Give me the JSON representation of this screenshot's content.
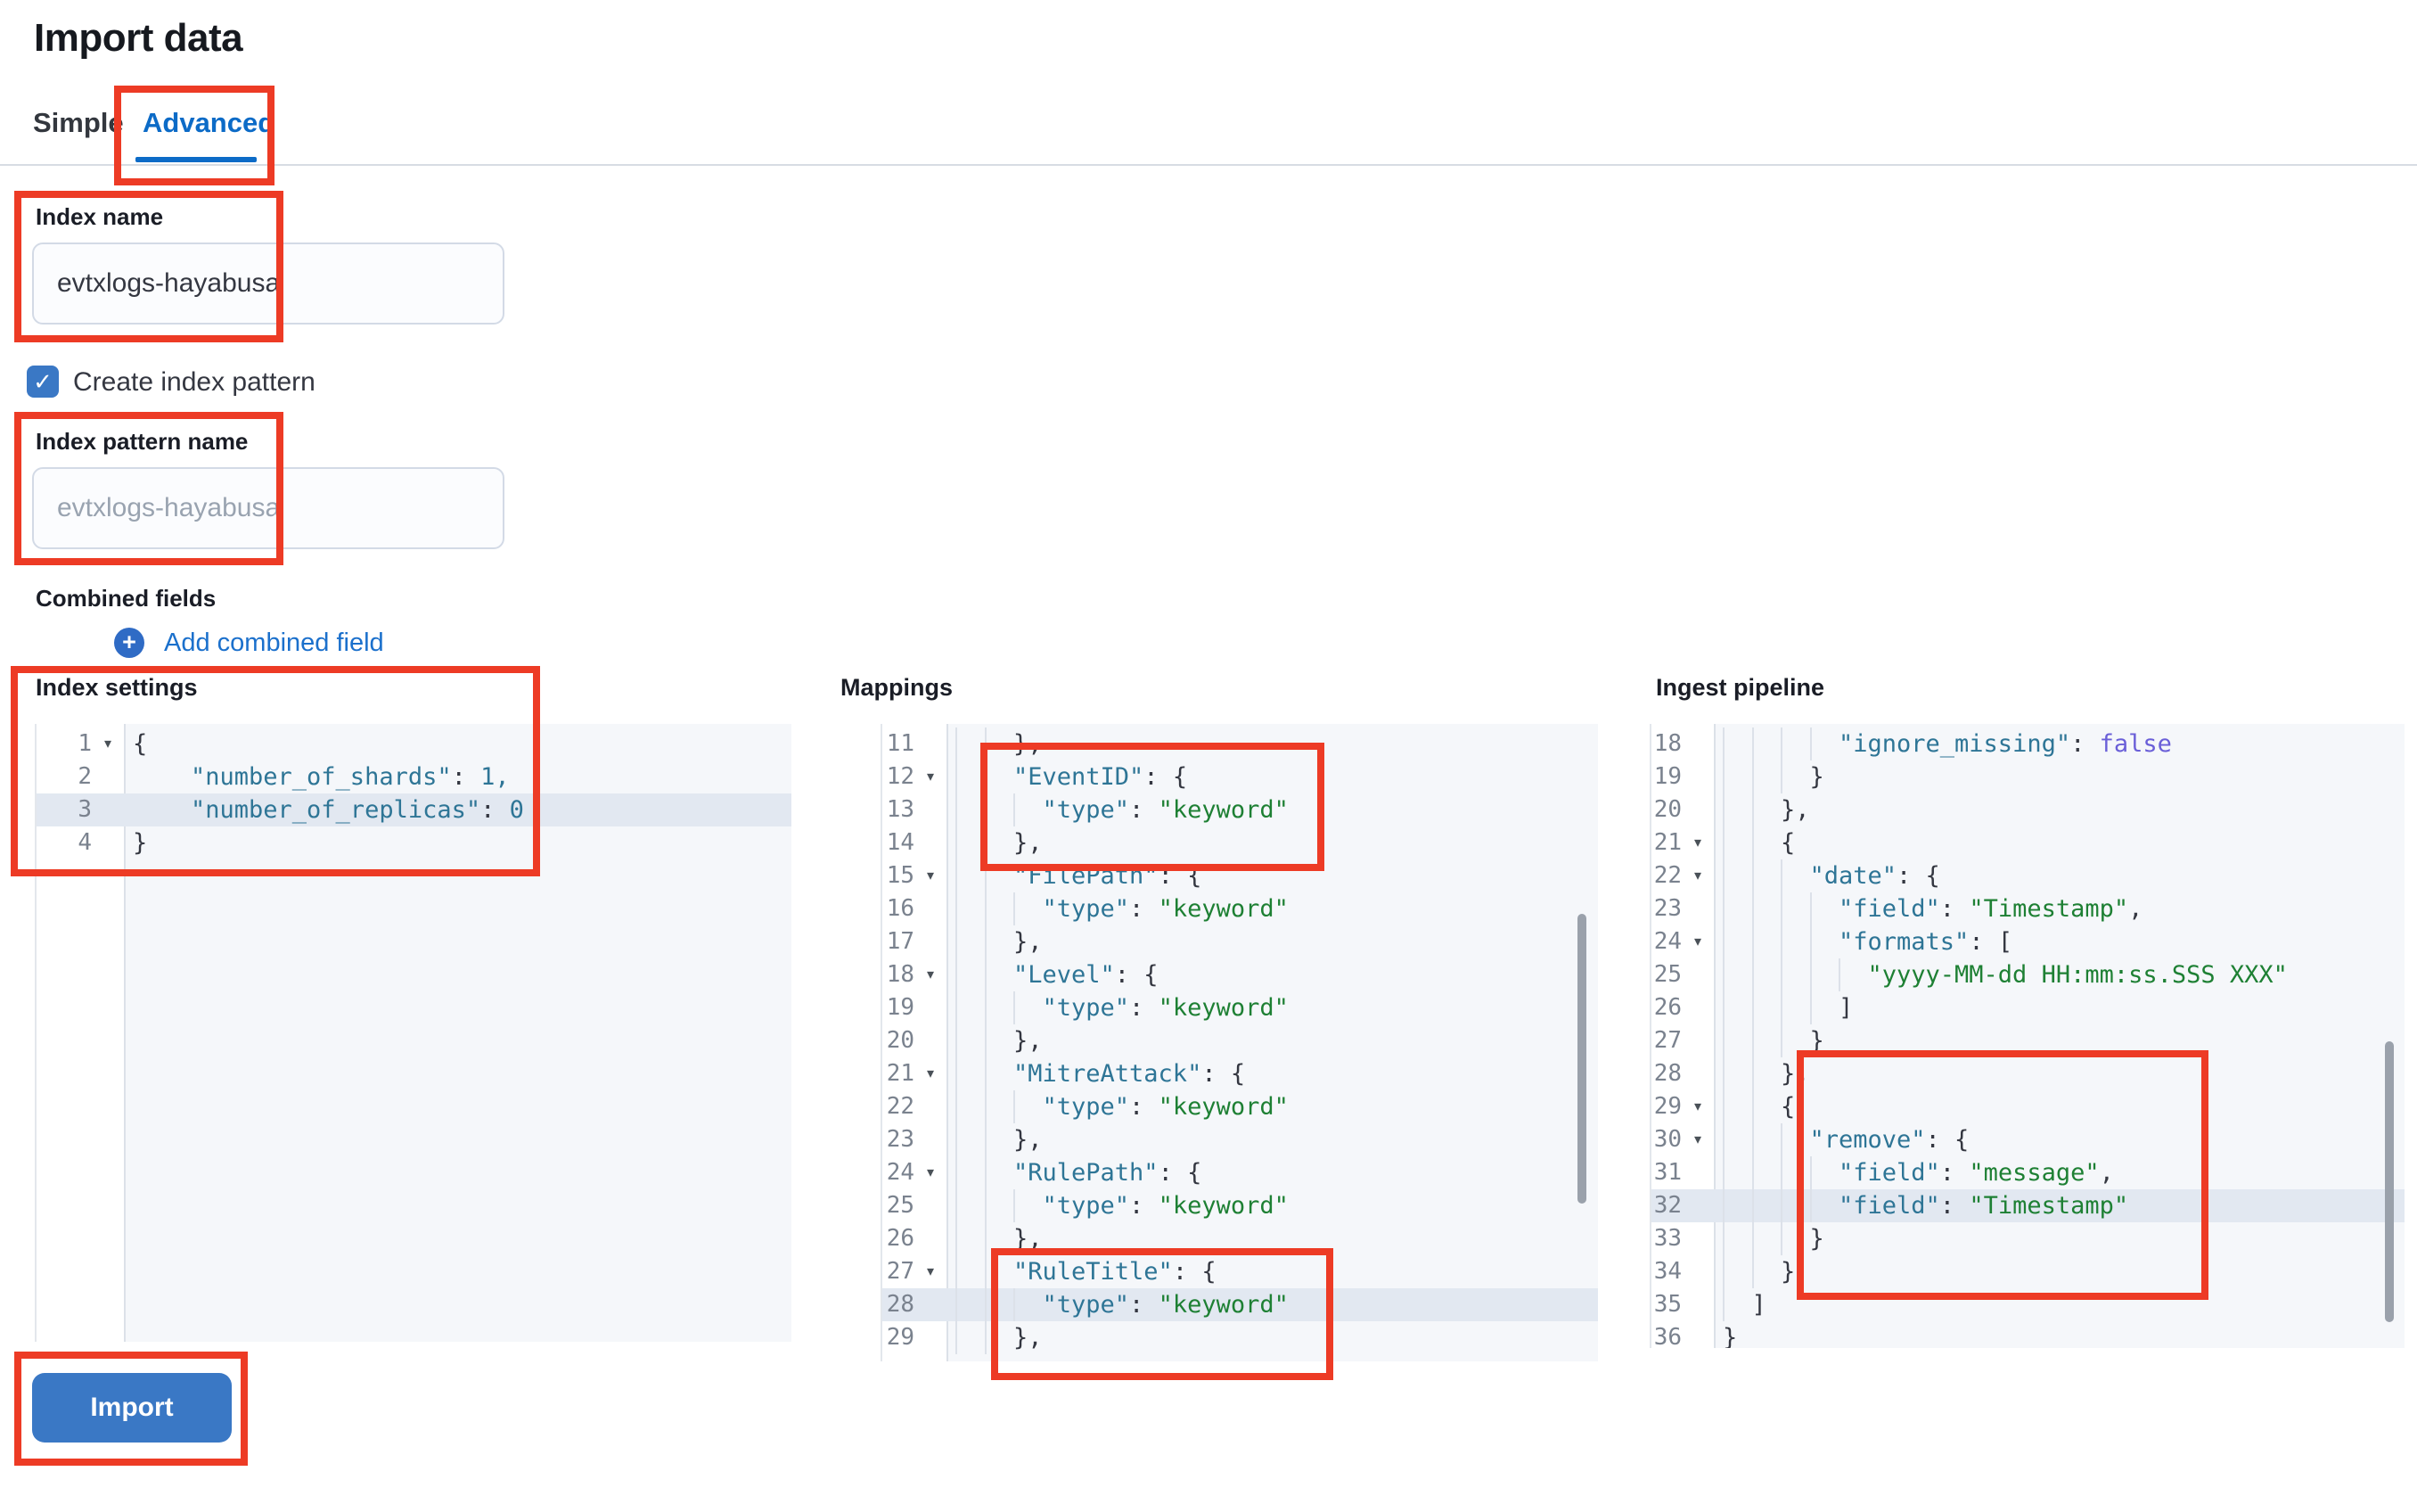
{
  "page": {
    "title": "Import data"
  },
  "tabs": {
    "simple": "Simple",
    "advanced": "Advanced"
  },
  "form": {
    "index_name_label": "Index name",
    "index_name_value": "evtxlogs-hayabusa",
    "create_index_pattern_label": "Create index pattern",
    "create_index_pattern_checked": true,
    "index_pattern_label": "Index pattern name",
    "index_pattern_placeholder": "evtxlogs-hayabusa",
    "combined_fields_label": "Combined fields",
    "add_combined_field_label": "Add combined field"
  },
  "actions": {
    "import_label": "Import"
  },
  "icons": {
    "check": "✓",
    "plus": "+",
    "fold_caret": "▾"
  },
  "colors": {
    "annotation_red": "#ed3b25",
    "primary_button_blue": "#3a78c5",
    "link_blue": "#1b70cc",
    "tab_active_blue": "#0c6bc7",
    "code_key": "#2e7596",
    "code_string": "#1e8034",
    "code_boolean": "#6a5fd8",
    "code_punctuation": "#343741",
    "editor_background": "#f5f7fa",
    "active_line_highlight": "#e2e8f1"
  },
  "editors": [
    {
      "id": "index-settings-editor",
      "label": "Index settings",
      "lines": [
        {
          "n": 1,
          "fold": true,
          "pad": 0,
          "ind": 0,
          "tok": [
            [
              "p",
              "{"
            ]
          ]
        },
        {
          "n": 2,
          "fold": false,
          "pad": 2,
          "ind": 0,
          "tok": [
            [
              "k",
              "\"number_of_shards\""
            ],
            [
              "p",
              ": "
            ],
            [
              "n",
              "1,"
            ]
          ]
        },
        {
          "n": 3,
          "fold": false,
          "pad": 2,
          "ind": 0,
          "hl": true,
          "tok": [
            [
              "k",
              "\"number_of_replicas\""
            ],
            [
              "p",
              ": "
            ],
            [
              "n",
              "0"
            ]
          ]
        },
        {
          "n": 4,
          "fold": false,
          "pad": 0,
          "ind": 0,
          "tok": [
            [
              "p",
              "}"
            ]
          ]
        }
      ]
    },
    {
      "id": "mappings-editor",
      "label": "Mappings",
      "lines": [
        {
          "n": 11,
          "fold": false,
          "pad": 0,
          "ind": 2,
          "tok": [
            [
              "p",
              "},"
            ]
          ]
        },
        {
          "n": 12,
          "fold": true,
          "pad": 0,
          "ind": 2,
          "tok": [
            [
              "k",
              "\"EventID\""
            ],
            [
              "p",
              ": {"
            ]
          ]
        },
        {
          "n": 13,
          "fold": false,
          "pad": 0,
          "ind": 3,
          "tok": [
            [
              "k",
              "\"type\""
            ],
            [
              "p",
              ": "
            ],
            [
              "s",
              "\"keyword\""
            ]
          ]
        },
        {
          "n": 14,
          "fold": false,
          "pad": 0,
          "ind": 2,
          "tok": [
            [
              "p",
              "},"
            ]
          ]
        },
        {
          "n": 15,
          "fold": true,
          "pad": 0,
          "ind": 2,
          "tok": [
            [
              "k",
              "\"FilePath\""
            ],
            [
              "p",
              ": {"
            ]
          ]
        },
        {
          "n": 16,
          "fold": false,
          "pad": 0,
          "ind": 3,
          "tok": [
            [
              "k",
              "\"type\""
            ],
            [
              "p",
              ": "
            ],
            [
              "s",
              "\"keyword\""
            ]
          ]
        },
        {
          "n": 17,
          "fold": false,
          "pad": 0,
          "ind": 2,
          "tok": [
            [
              "p",
              "},"
            ]
          ]
        },
        {
          "n": 18,
          "fold": true,
          "pad": 0,
          "ind": 2,
          "tok": [
            [
              "k",
              "\"Level\""
            ],
            [
              "p",
              ": {"
            ]
          ]
        },
        {
          "n": 19,
          "fold": false,
          "pad": 0,
          "ind": 3,
          "tok": [
            [
              "k",
              "\"type\""
            ],
            [
              "p",
              ": "
            ],
            [
              "s",
              "\"keyword\""
            ]
          ]
        },
        {
          "n": 20,
          "fold": false,
          "pad": 0,
          "ind": 2,
          "tok": [
            [
              "p",
              "},"
            ]
          ]
        },
        {
          "n": 21,
          "fold": true,
          "pad": 0,
          "ind": 2,
          "tok": [
            [
              "k",
              "\"MitreAttack\""
            ],
            [
              "p",
              ": {"
            ]
          ]
        },
        {
          "n": 22,
          "fold": false,
          "pad": 0,
          "ind": 3,
          "tok": [
            [
              "k",
              "\"type\""
            ],
            [
              "p",
              ": "
            ],
            [
              "s",
              "\"keyword\""
            ]
          ]
        },
        {
          "n": 23,
          "fold": false,
          "pad": 0,
          "ind": 2,
          "tok": [
            [
              "p",
              "},"
            ]
          ]
        },
        {
          "n": 24,
          "fold": true,
          "pad": 0,
          "ind": 2,
          "tok": [
            [
              "k",
              "\"RulePath\""
            ],
            [
              "p",
              ": {"
            ]
          ]
        },
        {
          "n": 25,
          "fold": false,
          "pad": 0,
          "ind": 3,
          "tok": [
            [
              "k",
              "\"type\""
            ],
            [
              "p",
              ": "
            ],
            [
              "s",
              "\"keyword\""
            ]
          ]
        },
        {
          "n": 26,
          "fold": false,
          "pad": 0,
          "ind": 2,
          "tok": [
            [
              "p",
              "},"
            ]
          ]
        },
        {
          "n": 27,
          "fold": true,
          "pad": 0,
          "ind": 2,
          "tok": [
            [
              "k",
              "\"RuleTitle\""
            ],
            [
              "p",
              ": {"
            ]
          ]
        },
        {
          "n": 28,
          "fold": false,
          "pad": 0,
          "ind": 3,
          "hl": true,
          "tok": [
            [
              "k",
              "\"type\""
            ],
            [
              "p",
              ": "
            ],
            [
              "s",
              "\"keyword\""
            ]
          ]
        },
        {
          "n": 29,
          "fold": false,
          "pad": 0,
          "ind": 2,
          "tok": [
            [
              "p",
              "},"
            ]
          ]
        }
      ]
    },
    {
      "id": "ingest-pipeline-editor",
      "label": "Ingest pipeline",
      "lines": [
        {
          "n": 18,
          "fold": false,
          "pad": 0,
          "ind": 4,
          "tok": [
            [
              "k",
              "\"ignore_missing\""
            ],
            [
              "p",
              ": "
            ],
            [
              "b",
              "false"
            ]
          ]
        },
        {
          "n": 19,
          "fold": false,
          "pad": 0,
          "ind": 3,
          "tok": [
            [
              "p",
              "}"
            ]
          ]
        },
        {
          "n": 20,
          "fold": false,
          "pad": 0,
          "ind": 2,
          "tok": [
            [
              "p",
              "},"
            ]
          ]
        },
        {
          "n": 21,
          "fold": true,
          "pad": 0,
          "ind": 2,
          "tok": [
            [
              "p",
              "{"
            ]
          ]
        },
        {
          "n": 22,
          "fold": true,
          "pad": 0,
          "ind": 3,
          "tok": [
            [
              "k",
              "\"date\""
            ],
            [
              "p",
              ": {"
            ]
          ]
        },
        {
          "n": 23,
          "fold": false,
          "pad": 0,
          "ind": 4,
          "tok": [
            [
              "k",
              "\"field\""
            ],
            [
              "p",
              ": "
            ],
            [
              "s",
              "\"Timestamp\""
            ],
            [
              "p",
              ","
            ]
          ]
        },
        {
          "n": 24,
          "fold": true,
          "pad": 0,
          "ind": 4,
          "tok": [
            [
              "k",
              "\"formats\""
            ],
            [
              "p",
              ": ["
            ]
          ]
        },
        {
          "n": 25,
          "fold": false,
          "pad": 0,
          "ind": 5,
          "tok": [
            [
              "s",
              "\"yyyy-MM-dd HH:mm:ss.SSS XXX\""
            ]
          ]
        },
        {
          "n": 26,
          "fold": false,
          "pad": 0,
          "ind": 4,
          "tok": [
            [
              "p",
              "]"
            ]
          ]
        },
        {
          "n": 27,
          "fold": false,
          "pad": 0,
          "ind": 3,
          "tok": [
            [
              "p",
              "}"
            ]
          ]
        },
        {
          "n": 28,
          "fold": false,
          "pad": 0,
          "ind": 2,
          "tok": [
            [
              "p",
              "},"
            ]
          ]
        },
        {
          "n": 29,
          "fold": true,
          "pad": 0,
          "ind": 2,
          "tok": [
            [
              "p",
              "{"
            ]
          ]
        },
        {
          "n": 30,
          "fold": true,
          "pad": 0,
          "ind": 3,
          "tok": [
            [
              "k",
              "\"remove\""
            ],
            [
              "p",
              ": {"
            ]
          ]
        },
        {
          "n": 31,
          "fold": false,
          "pad": 0,
          "ind": 4,
          "tok": [
            [
              "k",
              "\"field\""
            ],
            [
              "p",
              ": "
            ],
            [
              "s",
              "\"message\""
            ],
            [
              "p",
              ","
            ]
          ]
        },
        {
          "n": 32,
          "fold": false,
          "pad": 0,
          "ind": 4,
          "hl": true,
          "tok": [
            [
              "k",
              "\"field\""
            ],
            [
              "p",
              ": "
            ],
            [
              "s",
              "\"Timestamp\""
            ]
          ]
        },
        {
          "n": 33,
          "fold": false,
          "pad": 0,
          "ind": 3,
          "tok": [
            [
              "p",
              "}"
            ]
          ]
        },
        {
          "n": 34,
          "fold": false,
          "pad": 0,
          "ind": 2,
          "tok": [
            [
              "p",
              "}"
            ]
          ]
        },
        {
          "n": 35,
          "fold": false,
          "pad": 0,
          "ind": 1,
          "tok": [
            [
              "p",
              "]"
            ]
          ]
        },
        {
          "n": 36,
          "fold": false,
          "pad": 0,
          "ind": 0,
          "tok": [
            [
              "p",
              "}"
            ]
          ]
        }
      ]
    }
  ]
}
